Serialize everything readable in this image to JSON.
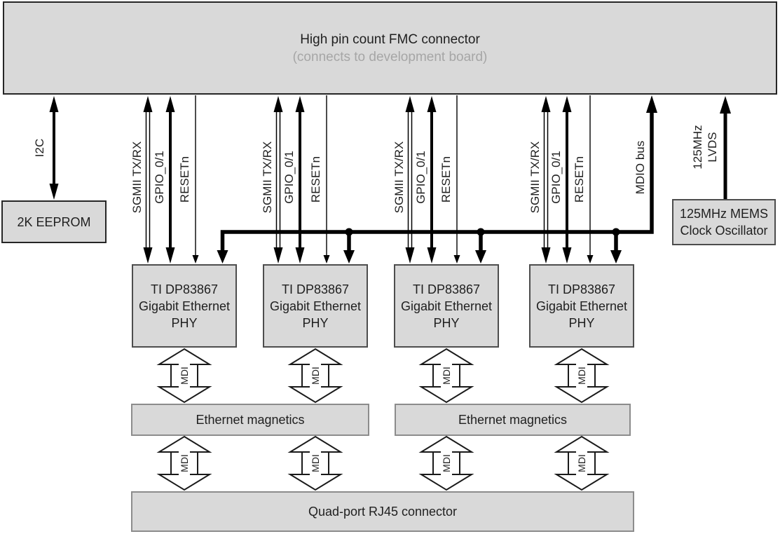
{
  "fmc": {
    "title": "High pin count FMC connector",
    "subtitle": "(connects to development board)"
  },
  "eeprom": {
    "label": "2K EEPROM"
  },
  "oscillator": {
    "label": "125MHz MEMS Clock Oscillator"
  },
  "phy": {
    "line1": "TI DP83867",
    "line2": "Gigabit Ethernet",
    "line3": "PHY"
  },
  "magnetics": {
    "label": "Ethernet magnetics"
  },
  "rj45": {
    "label": "Quad-port RJ45 connector"
  },
  "signals": {
    "i2c": "I2C",
    "sgmii": "SGMII TX/RX",
    "gpio": "GPIO_0/1",
    "resetn": "RESETn",
    "mdio": "MDIO bus",
    "lvds_line1": "125MHz",
    "lvds_line2": "LVDS",
    "mdi": "MDI"
  },
  "colors": {
    "box_fill": "#d9d9d9",
    "border_dark": "#262626",
    "border_gray": "#8c8c8c",
    "subtitle_gray": "#a6a6a6",
    "wire": "#000000"
  }
}
